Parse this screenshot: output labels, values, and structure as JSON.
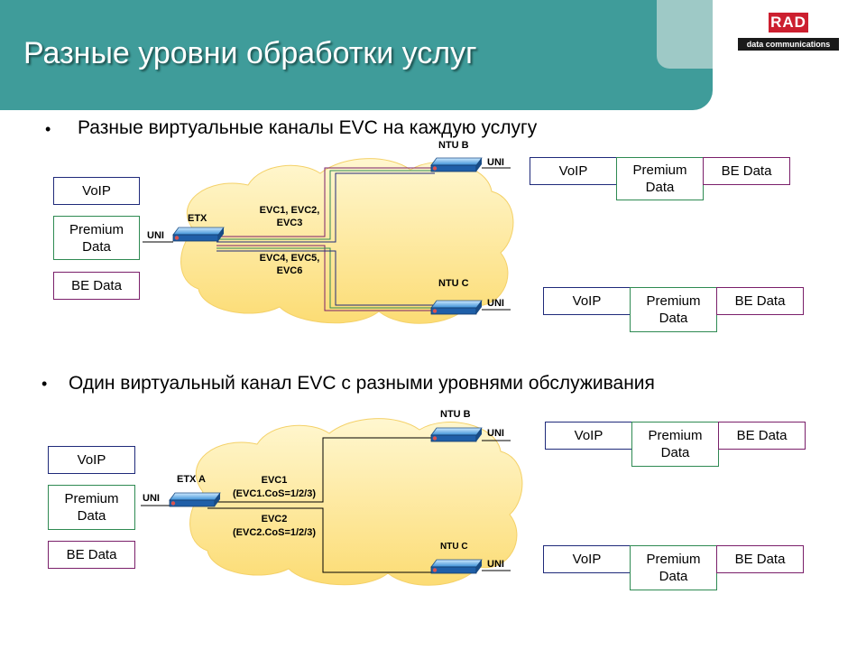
{
  "title": "Разные уровни обработки услуг",
  "logo": {
    "brand": "RAD",
    "tagline": "data communications"
  },
  "bullets": [
    {
      "marker": "•",
      "text": "Разные виртуальные каналы EVC на каждую услугу"
    },
    {
      "marker": "•",
      "text": "Один виртуальный канал EVC с разными уровнями обслуживания"
    }
  ],
  "diagram1": {
    "left_services": [
      "VoIP",
      "Premium\nData",
      "BE Data"
    ],
    "etx_label": "ETX",
    "uni": "UNI",
    "evc_upper": "EVC1, EVC2,\nEVC3",
    "evc_lower": "EVC4, EVC5,\nEVC6",
    "ntu_b": "NTU B",
    "ntu_c": "NTU C",
    "right_b_services": [
      "VoIP",
      "Premium\nData",
      "BE Data"
    ],
    "right_c_services": [
      "VoIP",
      "Premium\nData",
      "BE Data"
    ]
  },
  "diagram2": {
    "left_services": [
      "VoIP",
      "Premium\nData",
      "BE Data"
    ],
    "etx_label": "ETX A",
    "uni": "UNI",
    "evc_upper": "EVC1\n(EVC1.CoS=1/2/3)",
    "evc_lower": "EVC2\n(EVC2.CoS=1/2/3)",
    "ntu_b": "NTU B",
    "ntu_c": "NTU C",
    "right_b_services": [
      "VoIP",
      "Premium\nData",
      "BE Data"
    ],
    "right_c_services": [
      "VoIP",
      "Premium\nData",
      "BE Data"
    ]
  },
  "colors": {
    "header": "#3f9c9a",
    "cloud": "#fde79a",
    "device": "#3a8fd6",
    "voip_border": "#1f2a7a",
    "premium_border": "#2e8a52",
    "be_border": "#7a1f6a"
  }
}
